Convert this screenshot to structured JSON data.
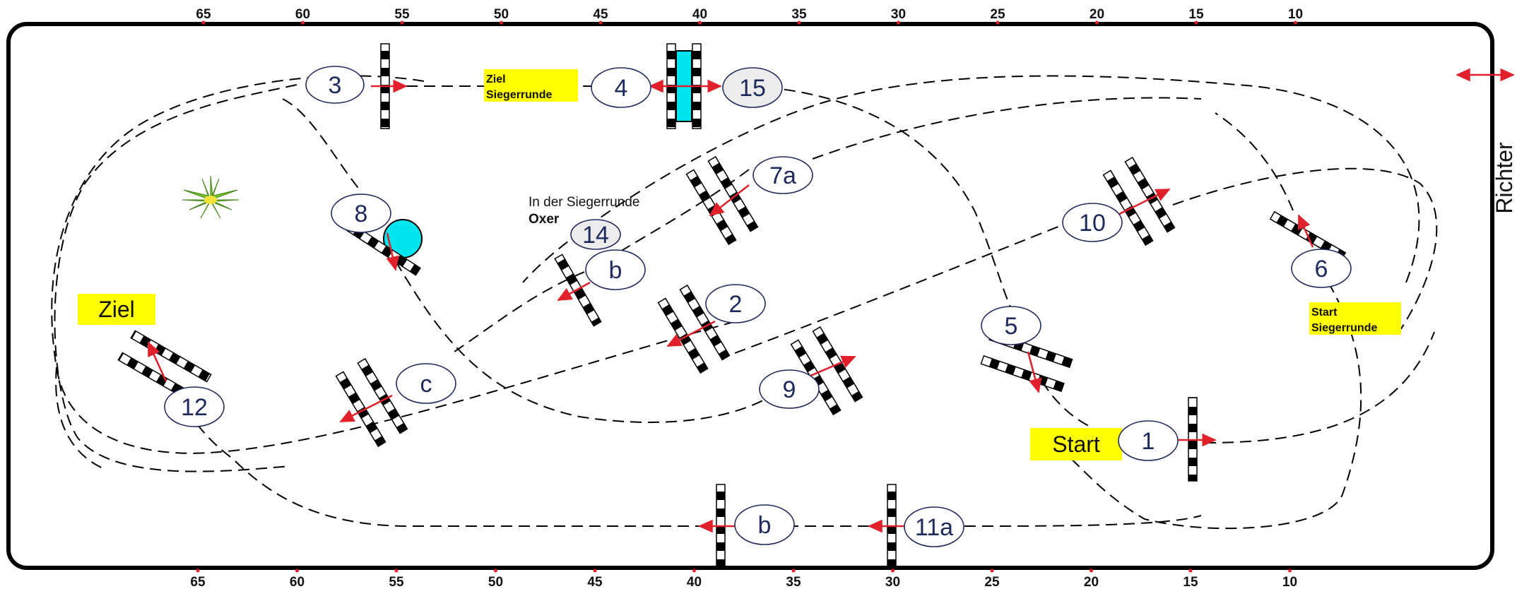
{
  "scale": {
    "top": [
      "65",
      "60",
      "55",
      "50",
      "45",
      "40",
      "35",
      "30",
      "25",
      "20",
      "15",
      "10"
    ],
    "bottom": [
      "65",
      "60",
      "55",
      "50",
      "45",
      "40",
      "35",
      "30",
      "25",
      "20",
      "15",
      "10"
    ]
  },
  "judge": "Richter",
  "obstacles": {
    "1": "1",
    "2": "2",
    "3": "3",
    "4": "4",
    "5": "5",
    "6": "6",
    "7a": "7a",
    "b_upper": "b",
    "c": "c",
    "8": "8",
    "9": "9",
    "10": "10",
    "11a": "11a",
    "b_lower": "b",
    "12": "12",
    "14": "14",
    "15": "15"
  },
  "signs": {
    "start": "Start",
    "ziel": "Ziel",
    "ziel_siegerrunde": [
      "Ziel",
      "Siegerrunde"
    ],
    "start_siegerrunde": [
      "Start",
      "Siegerrunde"
    ]
  },
  "note": {
    "line1": "In der Siegerrunde",
    "line2": "Oxer"
  },
  "colors": {
    "sign_yellow": "#ffff00",
    "water_cyan": "#00e5f0",
    "arrow_red": "#e0202a",
    "label_navy": "#1f2a5c",
    "plant_green": "#7acc2a"
  }
}
